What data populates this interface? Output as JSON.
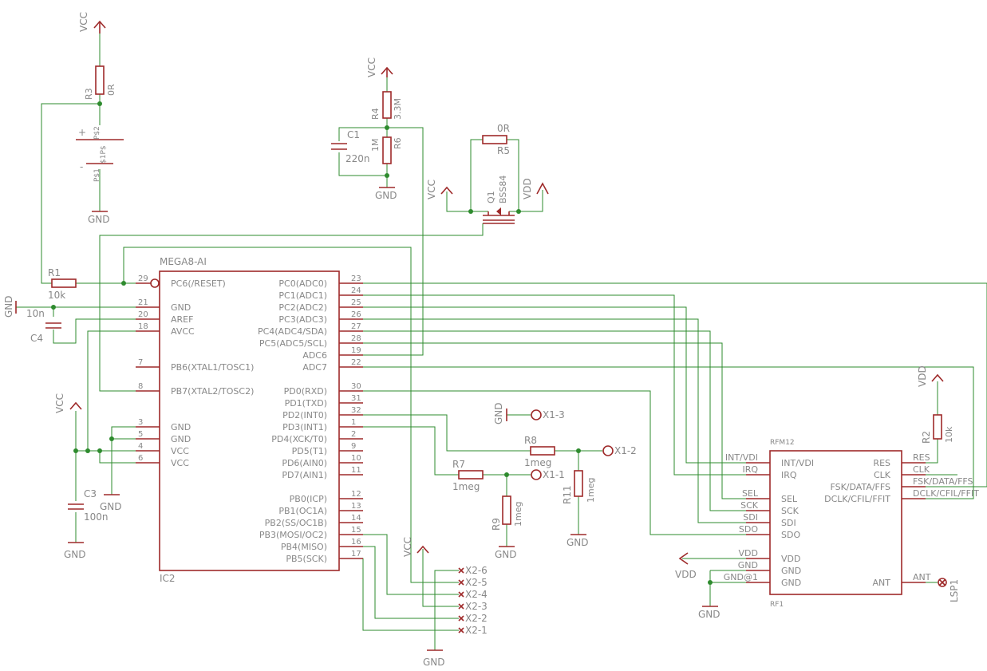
{
  "power": {
    "vcc": "VCC",
    "gnd": "GND",
    "vdd": "VDD"
  },
  "ic2": {
    "type": "MEGA8-AI",
    "name": "IC2",
    "left_pins": [
      {
        "num": "29",
        "label": "PC6(/RESET)"
      },
      {
        "num": "21",
        "label": "GND"
      },
      {
        "num": "20",
        "label": "AREF"
      },
      {
        "num": "18",
        "label": "AVCC"
      },
      {
        "num": "7",
        "label": "PB6(XTAL1/TOSC1)"
      },
      {
        "num": "8",
        "label": "PB7(XTAL2/TOSC2)"
      },
      {
        "num": "3",
        "label": "GND"
      },
      {
        "num": "5",
        "label": "GND"
      },
      {
        "num": "4",
        "label": "VCC"
      },
      {
        "num": "6",
        "label": "VCC"
      }
    ],
    "right_pins": [
      {
        "num": "23",
        "label": "PC0(ADC0)"
      },
      {
        "num": "24",
        "label": "PC1(ADC1)"
      },
      {
        "num": "25",
        "label": "PC2(ADC2)"
      },
      {
        "num": "26",
        "label": "PC3(ADC3)"
      },
      {
        "num": "27",
        "label": "PC4(ADC4/SDA)"
      },
      {
        "num": "28",
        "label": "PC5(ADC5/SCL)"
      },
      {
        "num": "19",
        "label": "ADC6"
      },
      {
        "num": "22",
        "label": "ADC7"
      },
      {
        "num": "30",
        "label": "PD0(RXD)"
      },
      {
        "num": "31",
        "label": "PD1(TXD)"
      },
      {
        "num": "32",
        "label": "PD2(INT0)"
      },
      {
        "num": "1",
        "label": "PD3(INT1)"
      },
      {
        "num": "2",
        "label": "PD4(XCK/T0)"
      },
      {
        "num": "9",
        "label": "PD5(T1)"
      },
      {
        "num": "10",
        "label": "PD6(AIN0)"
      },
      {
        "num": "11",
        "label": "PD7(AIN1)"
      },
      {
        "num": "12",
        "label": "PB0(ICP)"
      },
      {
        "num": "13",
        "label": "PB1(OC1A)"
      },
      {
        "num": "14",
        "label": "PB2(SS/OC1B)"
      },
      {
        "num": "15",
        "label": "PB3(MOSI/OC2)"
      },
      {
        "num": "16",
        "label": "PB4(MISO)"
      },
      {
        "num": "17",
        "label": "PB5(SCK)"
      }
    ]
  },
  "rf1": {
    "type": "RFM12",
    "name": "RF1",
    "left_pins": [
      "INT/VDI",
      "IRQ",
      "SEL",
      "SCK",
      "SDI",
      "SDO",
      "VDD",
      "GND",
      "GND"
    ],
    "right_pins": [
      "RES",
      "CLK",
      "FSK/DATA/FFS",
      "DCLK/CFIL/FFIT",
      "ANT"
    ],
    "net_left": [
      "INT/VDI",
      "IRQ",
      "SEL",
      "SCK",
      "SDI",
      "SDO",
      "VDD",
      "GND",
      "GND@1"
    ],
    "net_right": [
      "RES",
      "CLK",
      "FSK/DATA/FFS",
      "DCLK/CFIL/FFIT",
      "ANT"
    ]
  },
  "parts": {
    "r1": {
      "name": "R1",
      "value": "10k"
    },
    "r2": {
      "name": "R2",
      "value": "10k"
    },
    "r3": {
      "name": "R3",
      "value": "0R"
    },
    "r4": {
      "name": "R4",
      "value": "3.3M"
    },
    "r5": {
      "name": "R5",
      "value": "0R"
    },
    "r6": {
      "name": "R6",
      "value": "1M"
    },
    "r7": {
      "name": "R7",
      "value": "1meg"
    },
    "r8": {
      "name": "R8",
      "value": "1meg"
    },
    "r9": {
      "name": "R9",
      "value": "1meg"
    },
    "r11": {
      "name": "R11",
      "value": "1meg"
    },
    "c1": {
      "name": "C1",
      "value": "220n"
    },
    "c3": {
      "name": "C3",
      "value": "100n"
    },
    "c4": {
      "name": "C4",
      "value": "10n"
    },
    "q1": {
      "name": "Q1",
      "value": "BSS84"
    },
    "bat": {
      "plus": "+",
      "minus": "-",
      "p2": "P$2",
      "p1": "P$1",
      "mid": "$1P$"
    },
    "lsp": "LSP1"
  },
  "x1": [
    "X1-3",
    "X1-2",
    "X1-1"
  ],
  "x2": [
    "X2-6",
    "X2-5",
    "X2-4",
    "X2-3",
    "X2-2",
    "X2-1"
  ]
}
